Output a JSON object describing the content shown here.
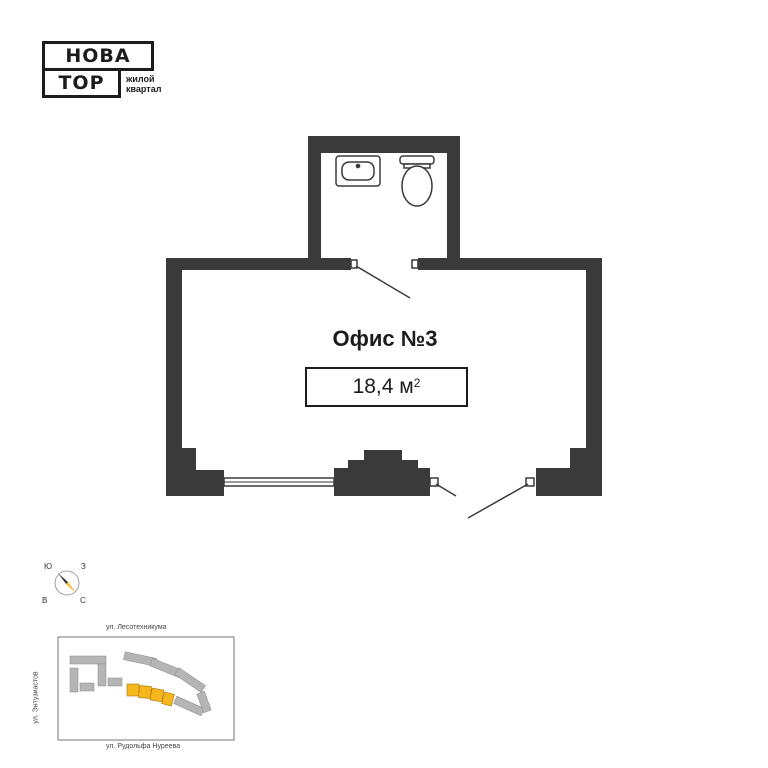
{
  "logo": {
    "word1": "НОВА",
    "word2": "ТОР",
    "subtitle_line1": "жилой",
    "subtitle_line2": "квартал"
  },
  "room": {
    "title": "Офис №3",
    "area_value": "18,4 м",
    "area_unit_power": "2"
  },
  "compass": {
    "north": "З",
    "south": "В",
    "east": "С",
    "west": "Ю"
  },
  "site_plan": {
    "street_top": "ул. Лесотехникума",
    "street_bottom": "ул. Рудольфа Нуреева",
    "street_left": "ул. Энтузиастов",
    "highlight_color": "#f5b61e",
    "building_color": "#b5b5b5"
  },
  "colors": {
    "wall": "#3a3a3a",
    "text": "#1c1c1c"
  }
}
